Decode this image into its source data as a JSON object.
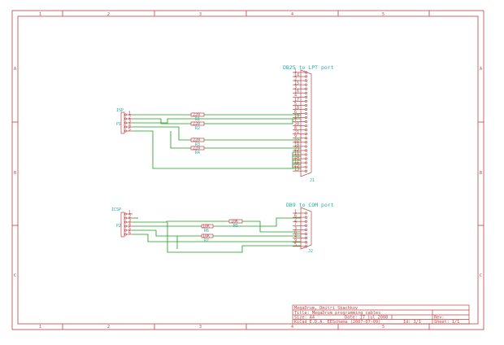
{
  "frame": {
    "top_ticks": [
      "1",
      "2",
      "3",
      "4",
      "5"
    ],
    "bottom_ticks": [
      "1",
      "2",
      "3",
      "4",
      "5"
    ],
    "side_ticks": [
      "A",
      "B",
      "C"
    ]
  },
  "db25": {
    "title": "DB25 to LPT port",
    "ref": "J1",
    "pins": [
      "1",
      "14",
      "2",
      "15",
      "3",
      "16",
      "4",
      "17",
      "5",
      "18",
      "6",
      "19",
      "7",
      "20",
      "8",
      "21",
      "9",
      "22",
      "10",
      "23",
      "11",
      "24",
      "12",
      "25",
      "13"
    ]
  },
  "db9": {
    "title": "DB9 to COM port",
    "ref": "J2",
    "pins": [
      "1",
      "6",
      "2",
      "7",
      "3",
      "8",
      "4",
      "9",
      "5"
    ]
  },
  "isp": {
    "title": "ISP",
    "ref": "P1",
    "pins": [
      "1",
      "2",
      "3",
      "4",
      "5"
    ]
  },
  "icsp": {
    "title": "ICSP",
    "ref": "P2",
    "pins": [
      "1",
      "2",
      "3",
      "4",
      "5",
      "6"
    ]
  },
  "resistors": [
    {
      "value": "220",
      "ref": "R1"
    },
    {
      "value": "220",
      "ref": "R2"
    },
    {
      "value": "220",
      "ref": "R3"
    },
    {
      "value": "220",
      "ref": "R4"
    },
    {
      "value": "10K",
      "ref": "R5"
    },
    {
      "value": "10K",
      "ref": "R6"
    },
    {
      "value": "10K",
      "ref": "R7"
    }
  ],
  "title_block": {
    "company": "MegaDrum, Dmitri Skachkov",
    "title": "Title: MegaDrum programming cables",
    "size": "Size: A4",
    "date": "Date: 17 jul 2008",
    "rev": "Rev:",
    "tool": "KiCad E.D.A.  EESchema (2007-07-09)",
    "id": "Id: 1/1",
    "sheet": "Sheet: 1/1"
  }
}
